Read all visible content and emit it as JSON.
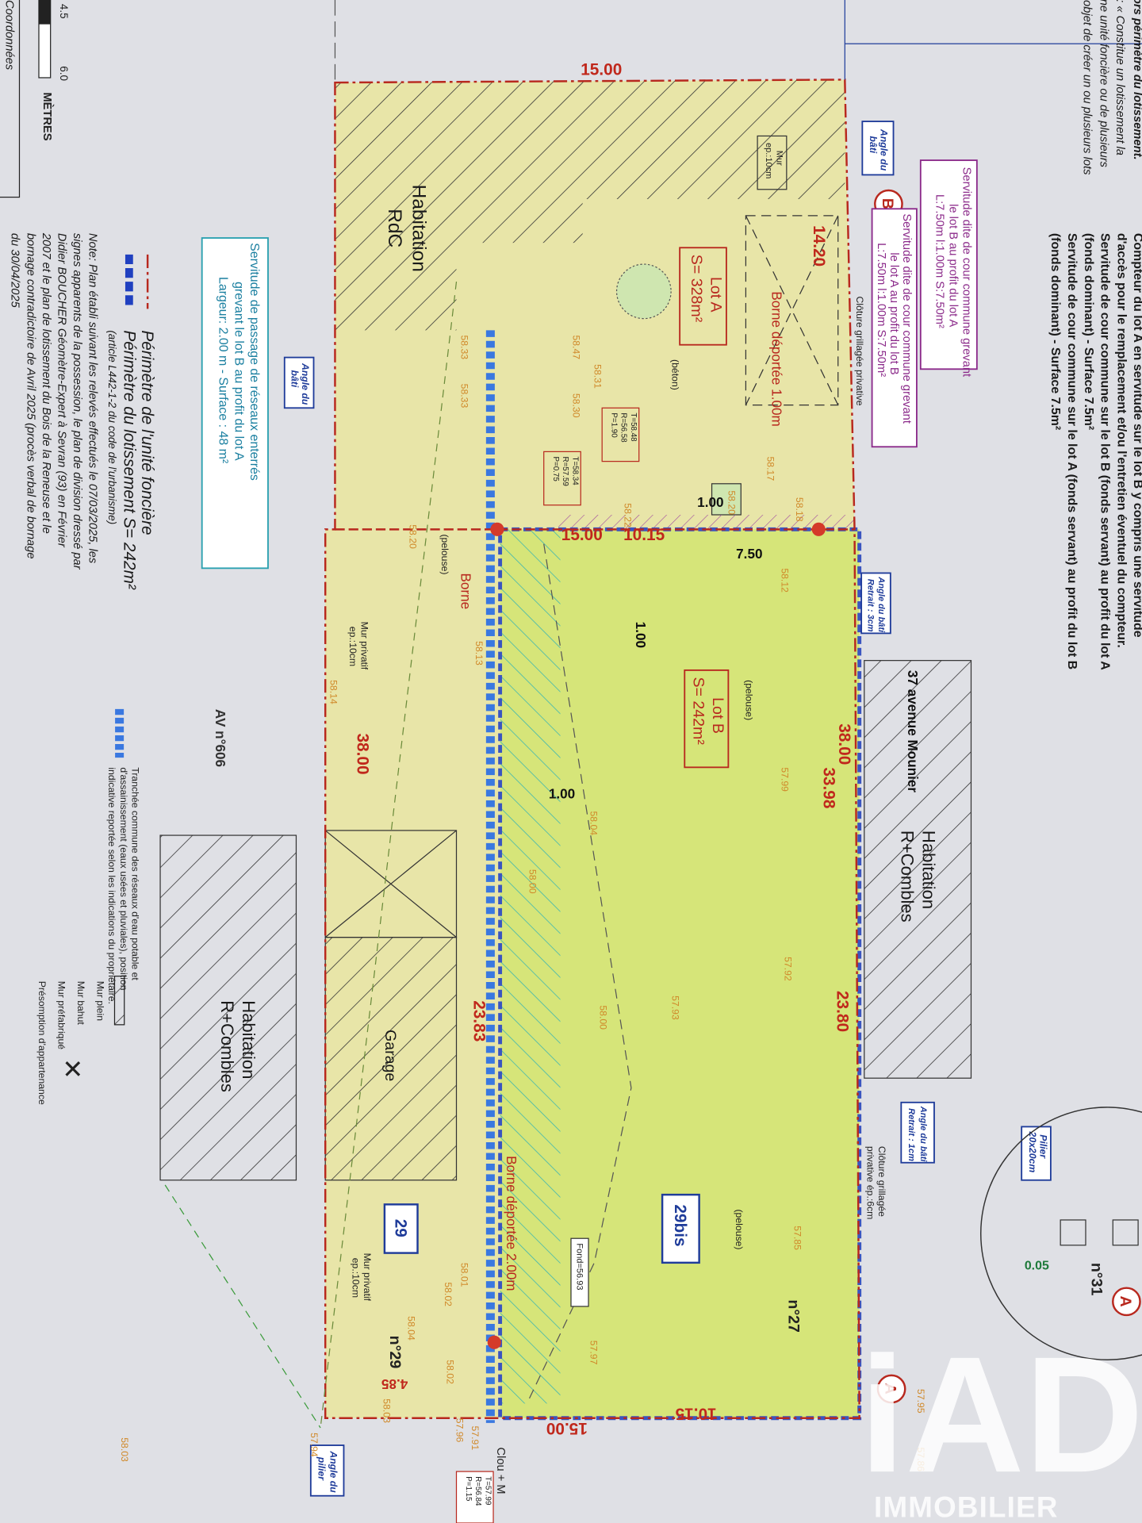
{
  "top_notes": [
    "bâti, situé hors périmètre du lotissement.",
    "urbanisme : « Constitue un lotissement la",
    "division d'une unité foncière ou de plusieurs",
    "ayant pour objet de créer un ou plusieurs lots"
  ],
  "servitude_notes": [
    "Compteur du lot A en servitude sur le lot B y compris une servitude",
    "d'accès pour le remplacement et/ou l'entretien éventuel du compteur.",
    "Servitude de cour commune sur le lot B (fonds servant) au profit du lot A",
    "(fonds dominant) - Surface 7.5m²",
    "Servitude de cour commune sur le lot A (fonds servant) au profit du lot B",
    "(fonds dominant) - Surface 7.5m²"
  ],
  "legend": {
    "unite_fonciere": "Périmètre de l'unité foncière",
    "lotissement": "Périmètre du lotissement S= 242m²",
    "article": "(article L442-1-2 du code de l'urbanisme)",
    "tranchee": [
      "Tranchée commune des réseaux d'eau potable et",
      "d'assainissement (eaux usées et pluviales), position",
      "indicative reportée selon les indications du propriétaire."
    ],
    "mur_plein": "Mur plein",
    "mur_bahut": "Mur bahut",
    "mur_prefabrique": "Mur préfabriqué",
    "presomption": "Présomption d'appartenance"
  },
  "note_lines": [
    "Note: Plan établi suivant les relevés effectués le 07/03/2025, les",
    "signes apparents de la possession, le plan de division dressé par",
    "Didier BOUCHER Géomètre-Expert à Sevran (93) en Février",
    "2007 et le plan de lotissement du Bois de la Reneuse et le",
    "bornage contradictoire de Avril 2025 (procès verbal de bornage",
    "du 30/04/2025"
  ],
  "scale": {
    "a": "4.5",
    "b": "6.0",
    "unit": "MÈTRES",
    "coords": "Coordonnées"
  },
  "plan": {
    "habitation_rdc": [
      "Habitation",
      "RdC"
    ],
    "habitation_combles": [
      "Habitation",
      "R+Combles"
    ],
    "garage": "Garage",
    "lot_a": [
      "Lot A",
      "S= 328m²"
    ],
    "lot_a_surface_type": "(béton)",
    "lot_b": [
      "Lot B",
      "S= 242m²"
    ],
    "pelouse": "(pelouse)",
    "lot_29": "29",
    "lot_29bis": "29bis",
    "n27": "n°27",
    "n29": "n°29",
    "n31": "n°31",
    "street": "37 avenue Mounier",
    "parcel": "AV n°606",
    "borne": "Borne",
    "borne_1m": "Borne déportée 1.00m",
    "borne_2m": "Borne déportée 2.00m",
    "cloture": "Clôture grillagée privative",
    "cloture_6cm": [
      "Clôture grillagée",
      "privative ép.:6cm"
    ],
    "mur_privatif": [
      "Mur privatif",
      "ep.:10cm"
    ],
    "mur_10": [
      "Mur",
      "ep.:10cm"
    ],
    "angle_bati": [
      "Angle du",
      "bâti"
    ],
    "angle_retrait_3": [
      "Angle du bâti",
      "Retrait : 3cm"
    ],
    "angle_retrait_1": [
      "Angle du bâti",
      "Retrait : 1cm"
    ],
    "angle_pilier": [
      "Angle du",
      "pilier"
    ],
    "pilier": [
      "Pilier",
      "20x20cm"
    ],
    "fond": "Fond=56.93",
    "clou": "Clou + M",
    "circle_b": "B",
    "circle_a": "A",
    "serv_b": [
      "Servitude dite de cour commune grevant",
      "le lot B au profit du lot A",
      "L:7.50m  l:1.00m  S:7.50m²"
    ],
    "serv_a": [
      "Servitude dite de cour commune grevant",
      "le lot A au profit du lot B",
      "L:7.50m  l:1.00m  S:7.50m²"
    ],
    "serv_reseaux": [
      "Servitude de passage de réseaux enterrés",
      "grevant le lot B au profit du lot A",
      "Largeur: 2.00 m - Surface : 48 m²"
    ],
    "tree1": [
      "T=58.48",
      "R=56.58",
      "P=1.90"
    ],
    "tree2": [
      "T=58.34",
      "R=57.59",
      "P=0.75"
    ],
    "tree3": [
      "T=57.99",
      "R=56.84",
      "P=1.15"
    ]
  },
  "dimensions": {
    "top": "15.00",
    "d1420": "14.20",
    "left": "38.00",
    "right": "38.00",
    "lotb_side": "33.98",
    "d2380": "23.80",
    "d2383": "23.83",
    "d100a": "1.00",
    "d100b": "1.00",
    "d100c": "1.00",
    "d1500m": "15.00",
    "d1015m": "10.15",
    "d750": "7.50",
    "d1015b": "10.15",
    "d1500b": "15.00",
    "d485": "4.85",
    "d005": "0.05"
  },
  "elevations": [
    "58.33",
    "58.47",
    "58.31",
    "58.33",
    "58.30",
    "58.20",
    "58.17",
    "58.22",
    "58.20",
    "58.18",
    "58.12",
    "58.14",
    "58.13",
    "57.99",
    "58.04",
    "58.00",
    "58.00",
    "57.92",
    "57.93",
    "57.85",
    "57.97",
    "58.01",
    "58.02",
    "58.04",
    "58.02",
    "58.03",
    "57.94",
    "57.91",
    "57.96",
    "57.95",
    "57.86",
    "58.03"
  ],
  "logo": {
    "brand": "iAD",
    "sub": "IMMOBILIER"
  },
  "colors": {
    "lot_b": "#d6e579",
    "lot_a": "#e8e5a8",
    "perimeter": "#b8281e",
    "lotissement": "#3a78e0"
  }
}
